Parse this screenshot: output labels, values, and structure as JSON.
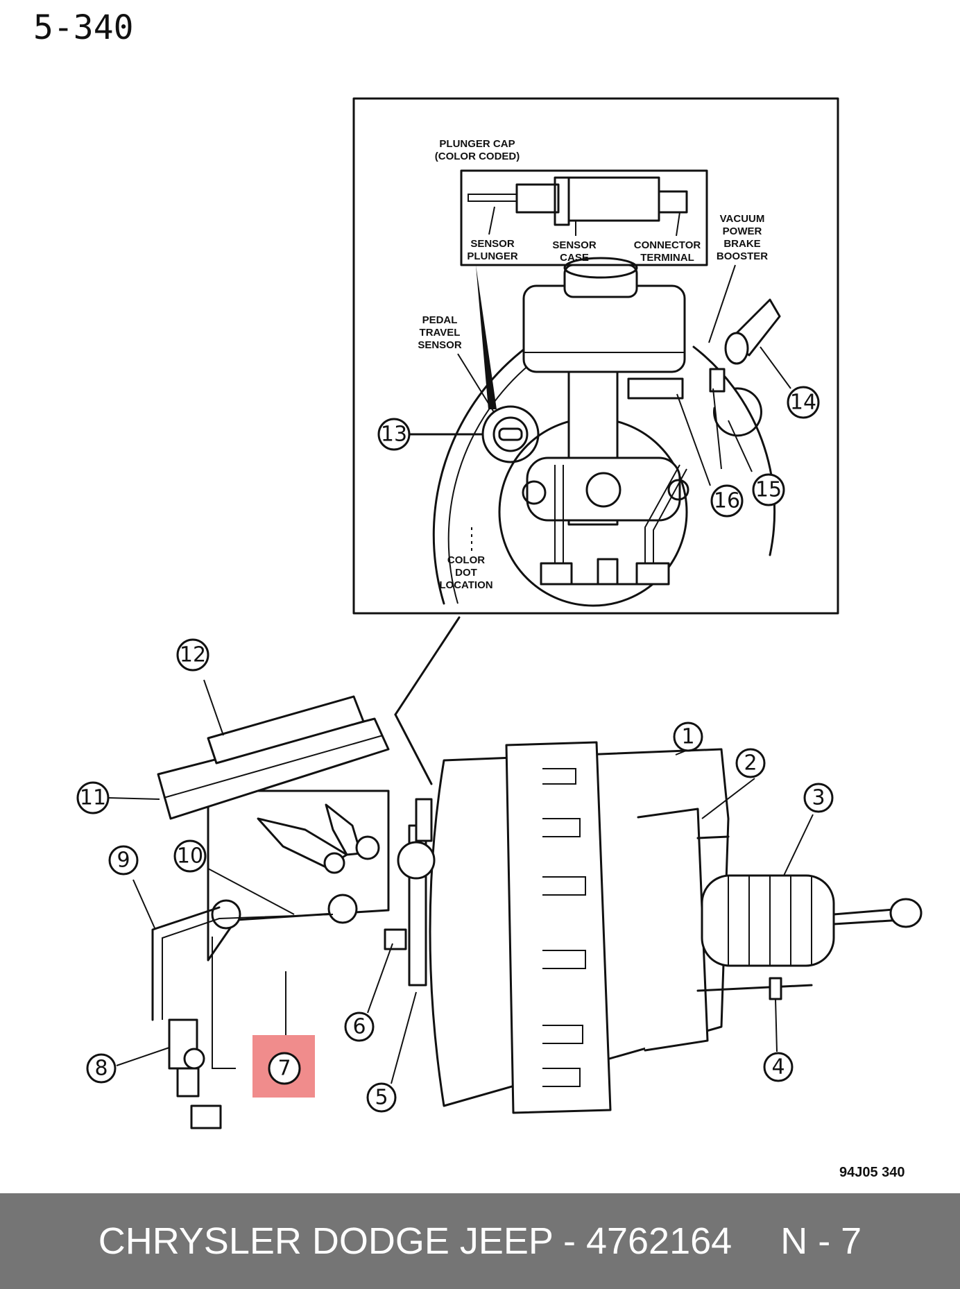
{
  "page_number": "5-340",
  "figure_code": "94J05  340",
  "highlight_color": "#f08c8c",
  "footer": {
    "part_text": "CHRYSLER DODGE JEEP - 4762164",
    "ref_text": "N - 7",
    "background": "#757575"
  },
  "inset_labels": {
    "plunger_cap_1": "PLUNGER CAP",
    "plunger_cap_2": "(COLOR CODED)",
    "sensor_plunger_1": "SENSOR",
    "sensor_plunger_2": "PLUNGER",
    "sensor_case_1": "SENSOR",
    "sensor_case_2": "CASE",
    "connector_1": "CONNECTOR",
    "connector_2": "TERMINAL",
    "vacuum_1": "VACUUM",
    "vacuum_2": "POWER",
    "vacuum_3": "BRAKE",
    "vacuum_4": "BOOSTER",
    "pedal_1": "PEDAL",
    "pedal_2": "TRAVEL",
    "pedal_3": "SENSOR",
    "color_dot_1": "COLOR",
    "color_dot_2": "DOT",
    "color_dot_3": "LOCATION"
  },
  "callouts": {
    "c1": "1",
    "c2": "2",
    "c3": "3",
    "c4": "4",
    "c5": "5",
    "c6": "6",
    "c7": "7",
    "c8": "8",
    "c9": "9",
    "c10": "10",
    "c11": "11",
    "c12": "12",
    "c13": "13",
    "c14": "14",
    "c15": "15",
    "c16": "16"
  },
  "highlighted_callout": "7"
}
